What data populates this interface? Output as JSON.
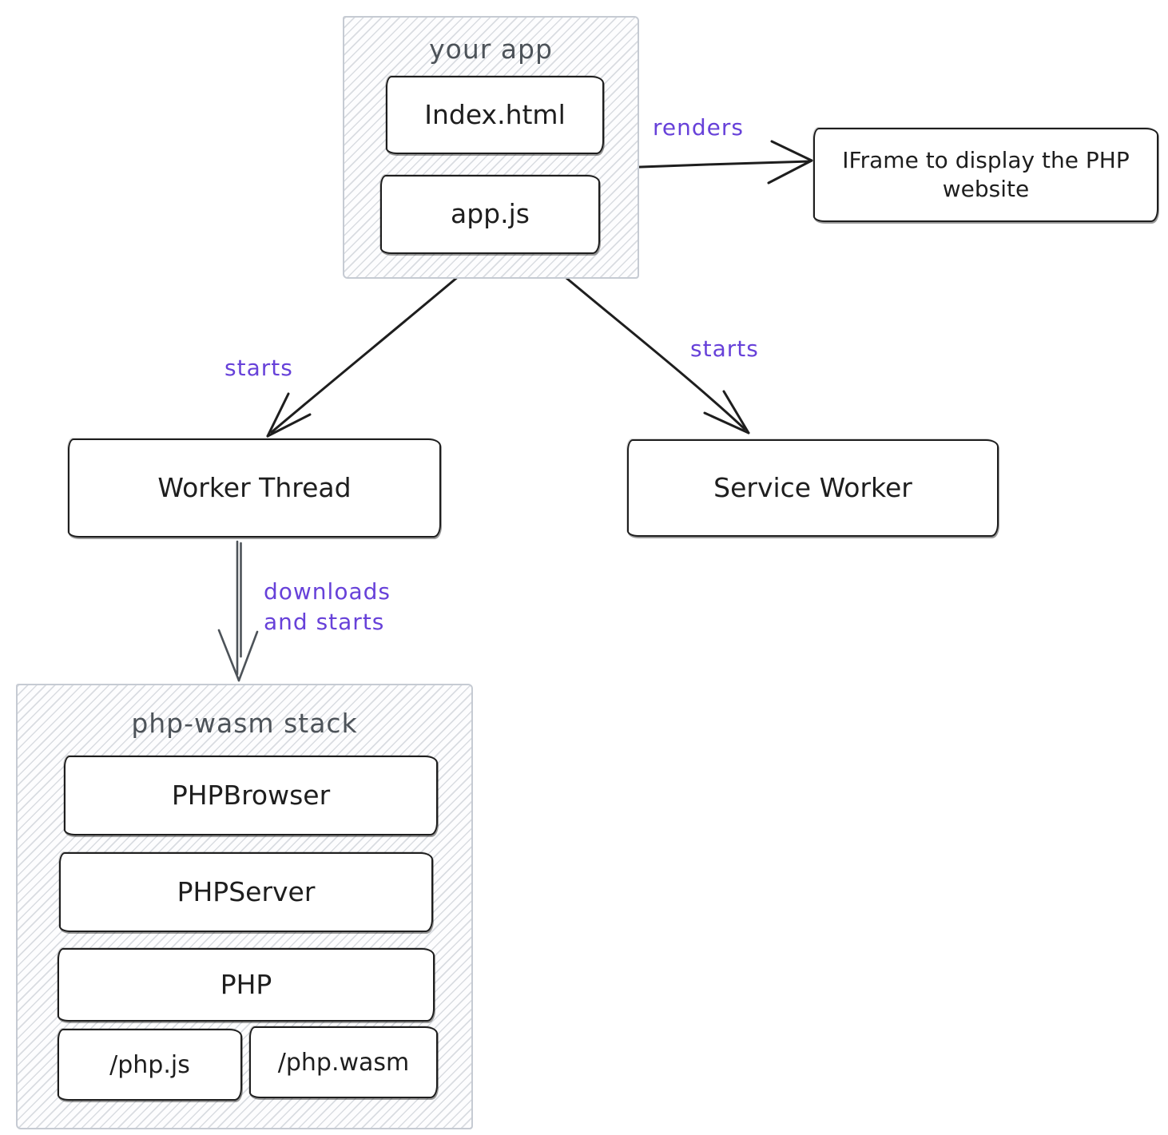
{
  "colors": {
    "ink": "#1e1e1e",
    "accent": "#6741d9",
    "muted": "#4d5359"
  },
  "groups": {
    "your_app": {
      "label": "your app"
    },
    "php_wasm": {
      "label": "php-wasm stack"
    }
  },
  "nodes": {
    "index_html": "Index.html",
    "app_js": "app.js",
    "iframe": "IFrame to display the PHP website",
    "worker_thread": "Worker Thread",
    "service_worker": "Service Worker",
    "php_browser": "PHPBrowser",
    "php_server": "PHPServer",
    "php": "PHP",
    "php_js": "/php.js",
    "php_wasm_file": "/php.wasm"
  },
  "edges": {
    "renders": "renders",
    "starts_worker": "starts",
    "starts_service": "starts",
    "downloads": "downloads and starts"
  }
}
